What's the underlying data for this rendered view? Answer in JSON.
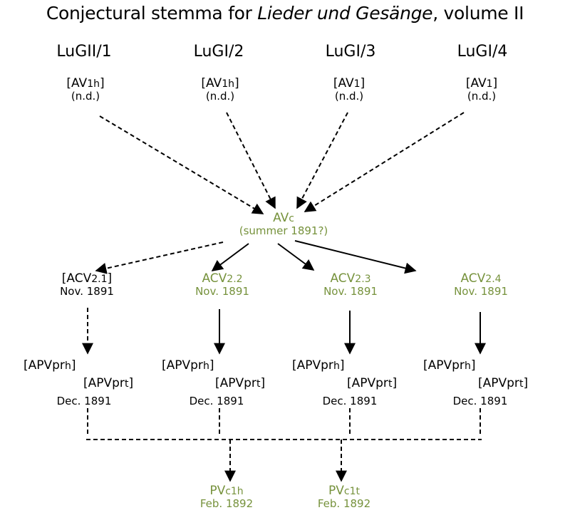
{
  "title": {
    "prefix": "Conjectural stemma for ",
    "italic": "Lieder und Gesänge",
    "suffix": ", volume II"
  },
  "colors": {
    "authorized": "#76923c",
    "conjectural": "#000000"
  },
  "columns": [
    {
      "header": "LuGII/1",
      "source": {
        "sig": "[AV",
        "sub": "1h",
        "close": "]",
        "date": "(n.d.)"
      },
      "copy": {
        "sig": "[ACV",
        "sub": "2.1",
        "close": "]",
        "date": "Nov. 1891",
        "color": "conjectural",
        "edge": "dashed"
      },
      "proof_h": {
        "sig": "[APVpr",
        "sub": "h",
        "close": "]"
      },
      "proof_t": {
        "sig": "[APVpr",
        "sub": "t",
        "close": "]"
      },
      "proof_date": "Dec. 1891"
    },
    {
      "header": "LuGI/2",
      "source": {
        "sig": "[AV",
        "sub": "1h",
        "close": "]",
        "date": "(n.d.)"
      },
      "copy": {
        "sig": "ACV",
        "sub": "2.2",
        "close": "",
        "date": "Nov. 1891",
        "color": "authorized",
        "edge": "solid"
      },
      "proof_h": {
        "sig": "[APVpr",
        "sub": "h",
        "close": "]"
      },
      "proof_t": {
        "sig": "[APVpr",
        "sub": "t",
        "close": "]"
      },
      "proof_date": "Dec. 1891"
    },
    {
      "header": "LuGI/3",
      "source": {
        "sig": "[AV",
        "sub": "1",
        "close": "]",
        "date": "(n.d.)"
      },
      "copy": {
        "sig": "ACV",
        "sub": "2.3",
        "close": "",
        "date": "Nov. 1891",
        "color": "authorized",
        "edge": "solid"
      },
      "proof_h": {
        "sig": "[APVpr",
        "sub": "h",
        "close": "]"
      },
      "proof_t": {
        "sig": "[APVpr",
        "sub": "t",
        "close": "]"
      },
      "proof_date": "Dec. 1891"
    },
    {
      "header": "LuGI/4",
      "source": {
        "sig": "[AV",
        "sub": "1",
        "close": "]",
        "date": "(n.d.)"
      },
      "copy": {
        "sig": "ACV",
        "sub": "2.4",
        "close": "",
        "date": "Nov. 1891",
        "color": "authorized",
        "edge": "solid"
      },
      "proof_h": {
        "sig": "[APVpr",
        "sub": "h",
        "close": "]"
      },
      "proof_t": {
        "sig": "[APVpr",
        "sub": "t",
        "close": "]"
      },
      "proof_date": "Dec. 1891"
    }
  ],
  "central": {
    "sig": "AV",
    "sub": "c",
    "date": "(summer 1891?)"
  },
  "prints": [
    {
      "sig": "PV",
      "sub": "c1h",
      "date": "Feb. 1892"
    },
    {
      "sig": "PV",
      "sub": "c1t",
      "date": "Feb. 1892"
    }
  ]
}
